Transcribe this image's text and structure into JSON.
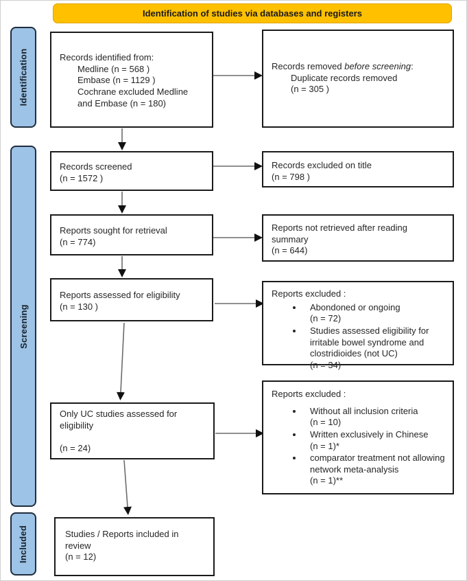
{
  "banner": {
    "title": "Identification of studies via databases and registers"
  },
  "sidebar": {
    "identification": "Identification",
    "screening": "Screening",
    "included": "Included"
  },
  "boxes": {
    "records_identified": {
      "title": "Records identified from:",
      "items": [
        "Medline (n = 568 )",
        "Embase (n = 1129 )",
        "Cochrane excluded Medline and Embase (n = 180)"
      ]
    },
    "records_removed": {
      "title_prefix": "Records removed ",
      "title_italic": "before screening",
      "title_suffix": ":",
      "items": [
        "Duplicate records removed",
        "(n = 305 )"
      ]
    },
    "records_screened": {
      "line1": "Records screened",
      "line2": "(n = 1572 )"
    },
    "records_excluded_title": {
      "line1": "Records excluded on title",
      "line2": "(n = 798 )"
    },
    "reports_sought": {
      "line1": "Reports sought for retrieval",
      "line2": "(n = 774)"
    },
    "reports_not_retrieved": {
      "line1": "Reports not retrieved after reading summary",
      "line2": "(n = 644)"
    },
    "reports_assessed": {
      "line1": "Reports assessed for eligibility",
      "line2": "(n = 130 )"
    },
    "reports_excluded_1": {
      "title": "Reports excluded :",
      "bullets": [
        {
          "text": "Abondoned or ongoing",
          "count": "(n = 72)"
        },
        {
          "text": "Studies assessed eligibility for irritable bowel syndrome and clostridioides (not UC)",
          "count": "(n = 34)"
        }
      ]
    },
    "only_uc": {
      "line1": "Only UC studies assessed for eligibility",
      "line2": "(n = 24)"
    },
    "reports_excluded_2": {
      "title": "Reports excluded :",
      "bullets": [
        {
          "text": "Without all inclusion criteria",
          "count": "(n = 10)"
        },
        {
          "text": "Written exclusively in Chinese",
          "count": "(n = 1)*"
        },
        {
          "text": "comparator treatment not allowing network meta-analysis",
          "count": "(n = 1)**"
        }
      ]
    },
    "included_box": {
      "line1": "Studies / Reports included in review",
      "line2": "(n = 12)"
    }
  },
  "colors": {
    "banner_bg": "#FFC000",
    "sidebar_bg": "#9DC3E6",
    "box_border": "#1a1a1a",
    "arrow_line": "#6b6b6b",
    "arrowhead": "#111111"
  }
}
